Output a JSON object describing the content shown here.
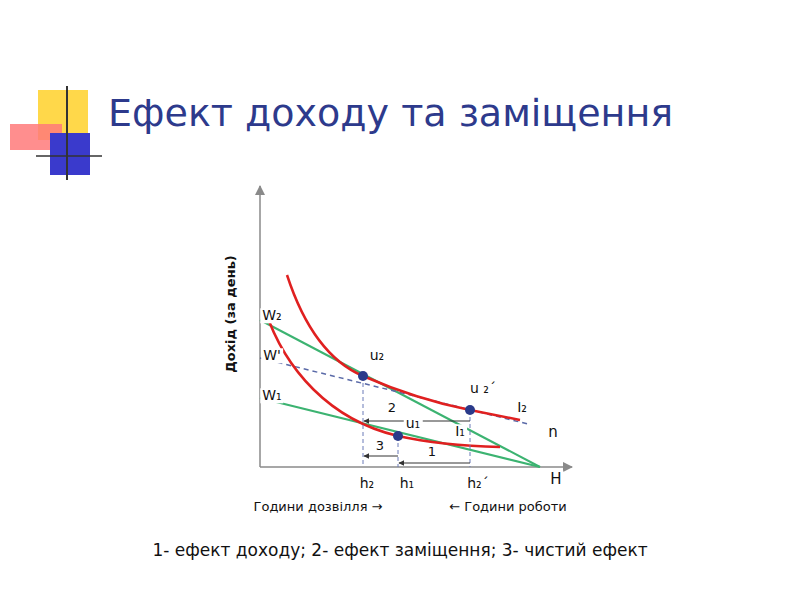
{
  "diagram": {
    "title": "Ефект доходу та заміщення",
    "caption": "1- ефект доходу; 2- ефект заміщення; 3- чистий ефект",
    "labels": [
      "Дохід (за день)",
      "W₂",
      "W'",
      "W₁",
      "u₂",
      "u ₂´",
      "I₂",
      "u₁",
      "I₁",
      "2",
      "3",
      "1",
      "n",
      "H",
      "h₂",
      "h₁",
      "h₂´",
      "Години дозвілля →",
      "← Години роботи"
    ]
  }
}
